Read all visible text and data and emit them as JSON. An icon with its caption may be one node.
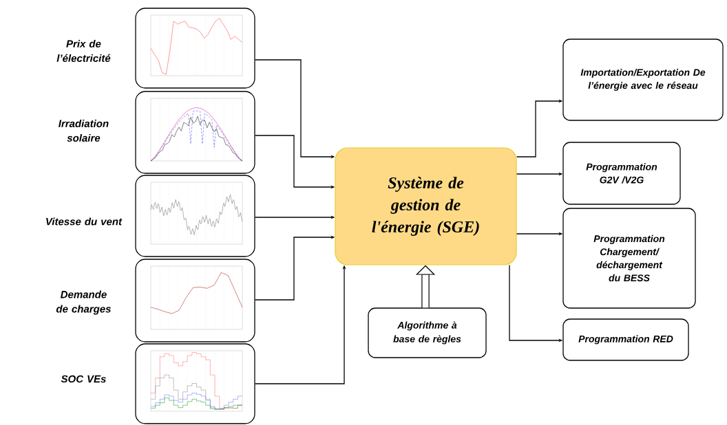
{
  "diagram": {
    "nodes": [
      {
        "text": [],
        "shape": "picture",
        "beside": [
          "Prix de l’électricité"
        ]
      },
      {
        "text": [],
        "shape": "picture",
        "beside": [
          "Irradiation solaire"
        ]
      },
      {
        "text": [],
        "shape": "picture",
        "beside": [
          "Vitesse du vent"
        ]
      },
      {
        "text": [],
        "shape": "picture",
        "beside": [
          "Demande de charges"
        ]
      },
      {
        "text": [],
        "shape": "picture",
        "beside": [
          "SOC VEs"
        ]
      },
      {
        "text": [
          "Système de gestion de l'énergie (SGE)"
        ]
      },
      {
        "text": [
          "Algorithme à base de règles"
        ]
      },
      {
        "text": [
          "Importation/Exportation De l’énergie avec le réseau"
        ]
      },
      {
        "text": [
          "Programmation G2V /V2G"
        ]
      },
      {
        "text": [
          "Programmation Chargement/ déchargement du BESS"
        ]
      },
      {
        "text": [
          "Programmation RED"
        ]
      }
    ],
    "edges": [
      {
        "from": 0,
        "to": 5,
        "arrow": "to"
      },
      {
        "from": 1,
        "to": 5,
        "arrow": "to"
      },
      {
        "from": 2,
        "to": 5,
        "arrow": "to"
      },
      {
        "from": 3,
        "to": 5,
        "arrow": "to"
      },
      {
        "from": 4,
        "to": 5,
        "arrow": "to"
      },
      {
        "from": 6,
        "to": 5,
        "arrow": "to",
        "style": "thick"
      },
      {
        "from": 5,
        "to": 7,
        "arrow": "to"
      },
      {
        "from": 5,
        "to": 8,
        "arrow": "to"
      },
      {
        "from": 5,
        "to": 9,
        "arrow": "to"
      },
      {
        "from": 5,
        "to": 10,
        "arrow": "to"
      }
    ]
  }
}
